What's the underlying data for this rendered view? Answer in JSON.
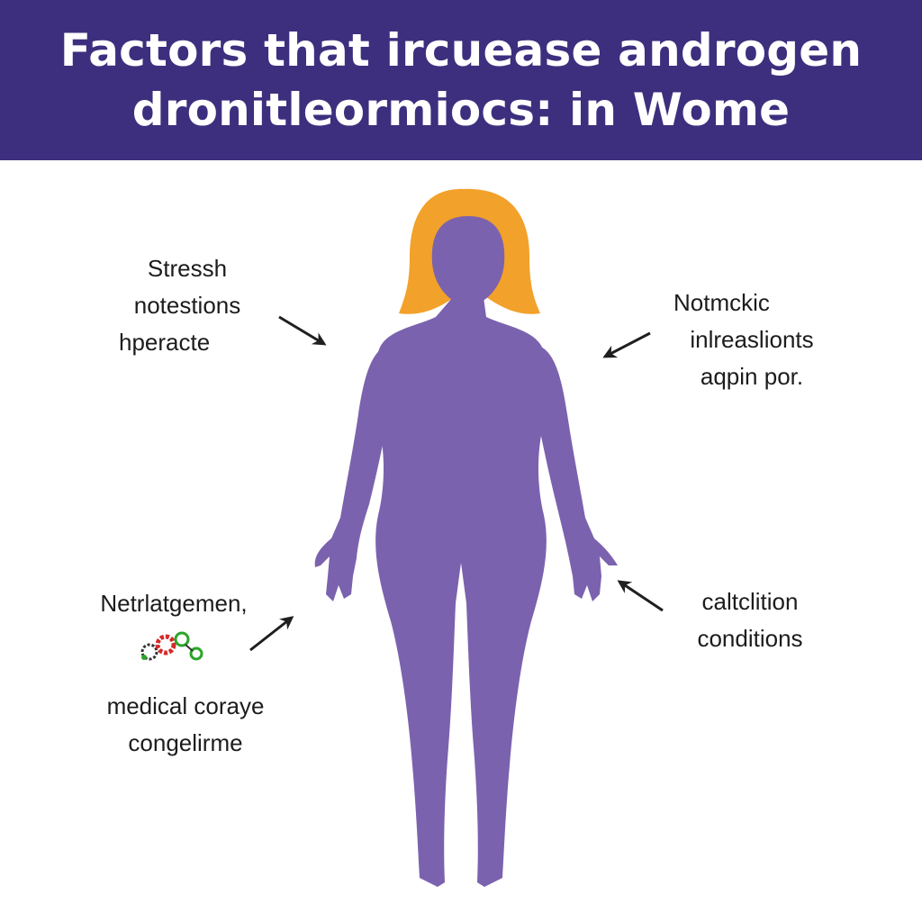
{
  "title": {
    "line1": "Factors that ircuease androgen",
    "line2": "dronitleormiocs: in Wome"
  },
  "labels": {
    "top_left": [
      "Stressh",
      "notestions",
      "hperacte"
    ],
    "top_right": [
      "Notmckic",
      "inlreaslionts",
      "aqpin por."
    ],
    "bottom_left_top": [
      "Netrlatgemen,"
    ],
    "bottom_left_bottom": [
      "medical coraye",
      "congelirme"
    ],
    "bottom_right": [
      "caltclition",
      "conditions"
    ]
  },
  "colors": {
    "banner": "#3d2f7e",
    "body": "#7b62ae",
    "hair": "#f2a12a",
    "arrow": "#1f1f1f",
    "gear_red": "#d42a2a",
    "gear_green": "#2aa52a",
    "gear_dark": "#333333"
  },
  "icons": [
    "woman-silhouette-icon",
    "gears-icon",
    "arrow-icon"
  ]
}
